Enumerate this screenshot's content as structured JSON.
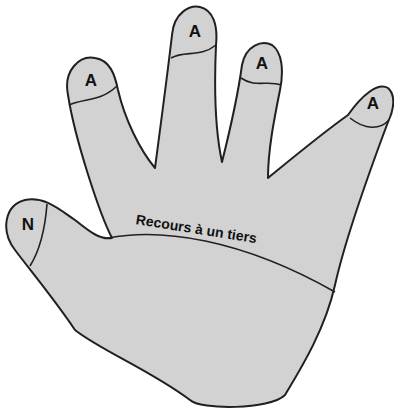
{
  "diagram": {
    "labels": [
      "N",
      "A",
      "A",
      "A",
      "A",
      "Recours à un tiers"
    ]
  }
}
